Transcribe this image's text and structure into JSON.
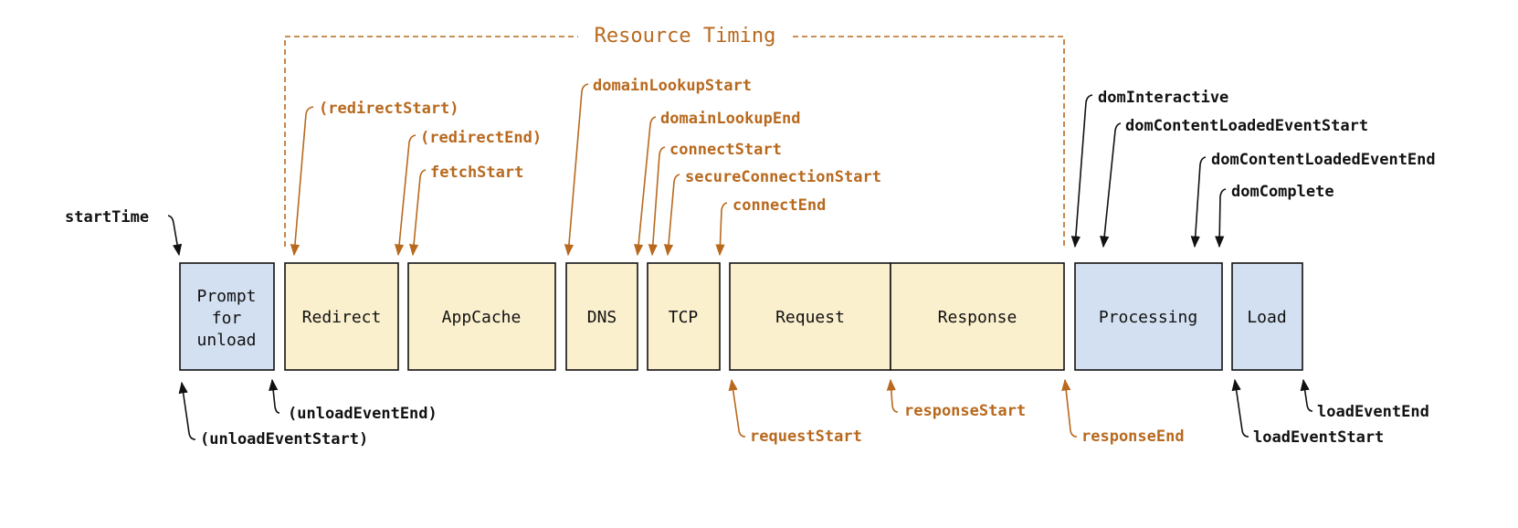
{
  "title": "Resource Timing",
  "colors": {
    "accent": "#b8691e",
    "stage_blue": "#d3e0f1",
    "stage_yellow": "#fbf0ce",
    "ink": "#111111"
  },
  "stages": {
    "prompt_for_unload": [
      "Prompt",
      "for",
      "unload"
    ],
    "redirect": "Redirect",
    "appcache": "AppCache",
    "dns": "DNS",
    "tcp": "TCP",
    "request": "Request",
    "response": "Response",
    "processing": "Processing",
    "load": "Load"
  },
  "labels": {
    "start_time": "startTime",
    "unload_event_start": "(unloadEventStart)",
    "unload_event_end": "(unloadEventEnd)",
    "redirect_start": "(redirectStart)",
    "redirect_end": "(redirectEnd)",
    "fetch_start": "fetchStart",
    "domain_lookup_start": "domainLookupStart",
    "domain_lookup_end": "domainLookupEnd",
    "connect_start": "connectStart",
    "secure_connection_start": "secureConnectionStart",
    "connect_end": "connectEnd",
    "request_start": "requestStart",
    "response_start": "responseStart",
    "response_end": "responseEnd",
    "dom_interactive": "domInteractive",
    "dom_content_loaded_event_start": "domContentLoadedEventStart",
    "dom_content_loaded_event_end": "domContentLoadedEventEnd",
    "dom_complete": "domComplete",
    "load_event_start": "loadEventStart",
    "load_event_end": "loadEventEnd"
  }
}
